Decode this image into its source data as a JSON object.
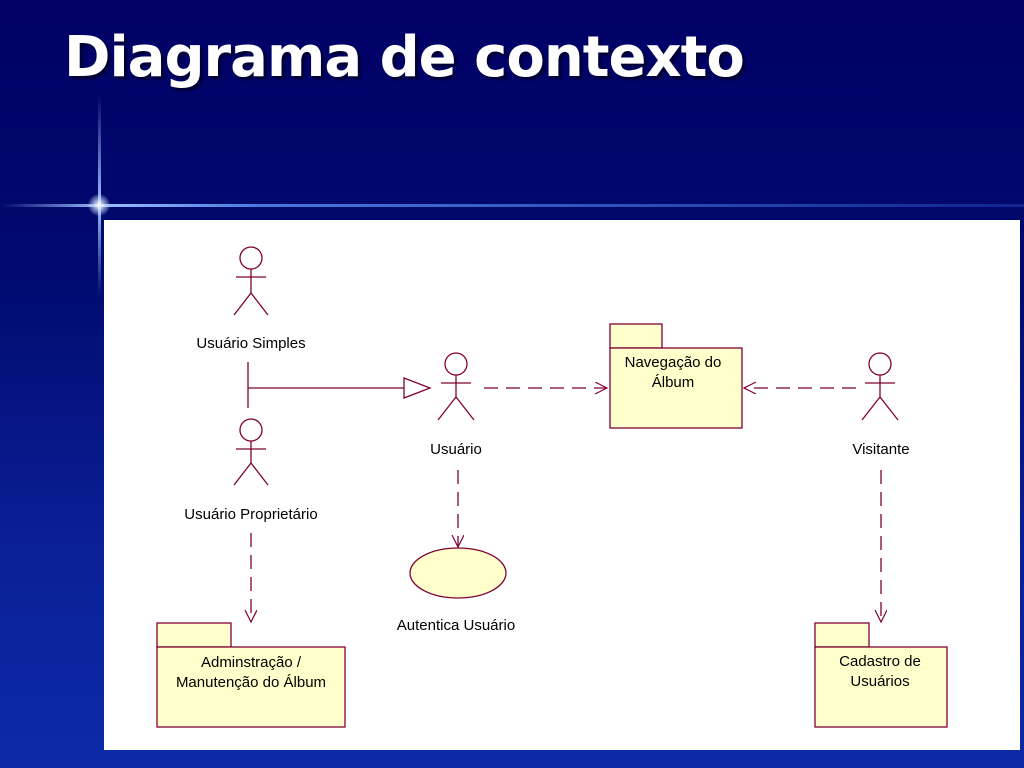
{
  "slide": {
    "title": "Diagrama de contexto"
  },
  "diagram": {
    "actors": {
      "usuario_simples": "Usuário Simples",
      "usuario_proprietario": "Usuário Proprietário",
      "usuario": "Usuário",
      "visitante": "Visitante"
    },
    "packages": {
      "navegacao": [
        "Navegação do",
        "Álbum"
      ],
      "administracao": [
        "Adminstração /",
        "Manutenção do Álbum"
      ],
      "cadastro": [
        "Cadastro de",
        "Usuários"
      ]
    },
    "use_cases": {
      "autentica": "Autentica Usuário"
    }
  },
  "colors": {
    "background": "#000066",
    "stroke": "#800033",
    "package_fill": "#ffffcc",
    "usecase_fill": "#ffffcc"
  }
}
